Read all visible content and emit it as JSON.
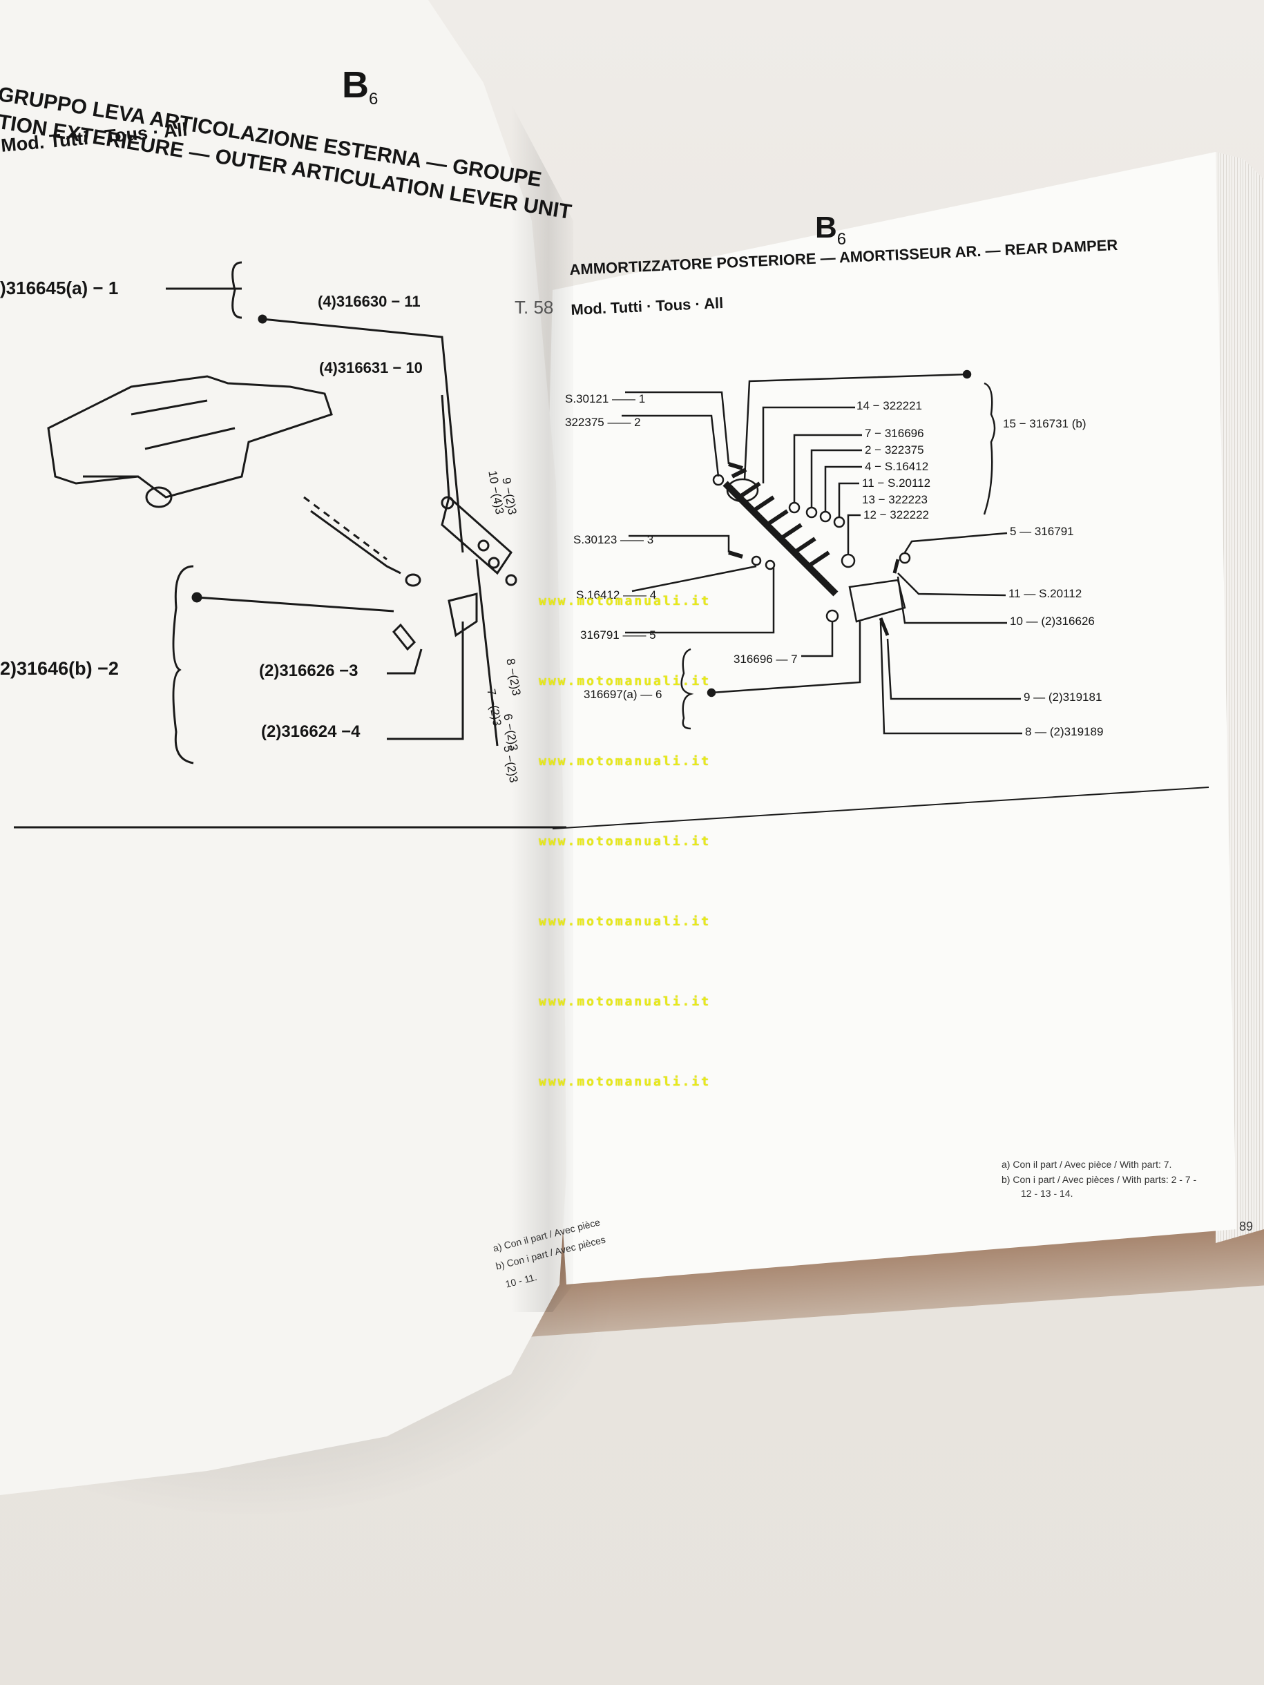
{
  "left_page": {
    "section_letter": "B",
    "section_sub": "6",
    "title_line1": "GRUPPO LEVA ARTICOLAZIONE ESTERNA — GROUPE",
    "title_line2": "TION EXTERIEURE — OUTER ARTICULATION LEVER UNIT",
    "models": "Mod. Tutti · Tous · All",
    "labels": {
      "p1": ")316645(a)  −  1",
      "p11": "(4)316630  −  11",
      "p10": "(4)316631  −  10",
      "p2": "2)31646(b)   −2",
      "p3": "(2)316626  −3",
      "p4": "(2)316624  −4",
      "p10b": "10 −(4)3",
      "p9b": "9 −(2)3",
      "p8b": "8 −(2)3",
      "p7b": "7 −(2)3",
      "p6b": "6 −(2)3",
      "p5b": "5 −(2)3"
    },
    "footnote_a": "a)  Con il part / Avec pièce",
    "footnote_b": "b)  Con i part / Avec pièces",
    "footnote_c": "10 - 11."
  },
  "right_page": {
    "section_letter": "B",
    "section_sub": "6",
    "table_no": "T. 58",
    "title": "AMMORTIZZATORE POSTERIORE — AMORTISSEUR AR. — REAR DAMPER",
    "models": "Mod. Tutti · Tous · All",
    "labels": {
      "l1": "S.30121 ——  1",
      "l2": "322375 ——  2",
      "l3": "S.30123 ——  3",
      "l4": "S.16412 ——  4",
      "l5": "316791 ——  5",
      "l6": "316697(a) —  6",
      "l7": "316696   —  7",
      "r14": "14 − 322221",
      "r7": "7 − 316696",
      "r2": "2 − 322375",
      "r4": "4 − S.16412",
      "r11": "11 − S.20112",
      "r13": "13 − 322223",
      "r12": "12 − 322222",
      "r15": "15 − 316731 (b)",
      "r5": "5  —  316791",
      "r11b": "11  —  S.20112",
      "r10": "10  —  (2)316626",
      "r9": "9  —  (2)319181",
      "r8": "8  —  (2)319189"
    },
    "footnote_a": "a)   Con il part / Avec pièce / With part: 7.",
    "footnote_b": "b)   Con i part / Avec pièces / With parts: 2 - 7 -",
    "footnote_b2": "12 - 13 - 14.",
    "page_number": "89"
  },
  "watermark": "www.motomanuali.it",
  "colors": {
    "paper": "#f6f5f2",
    "ink": "#151515",
    "watermark": "#e8ea1a",
    "wood": "#a88770"
  }
}
